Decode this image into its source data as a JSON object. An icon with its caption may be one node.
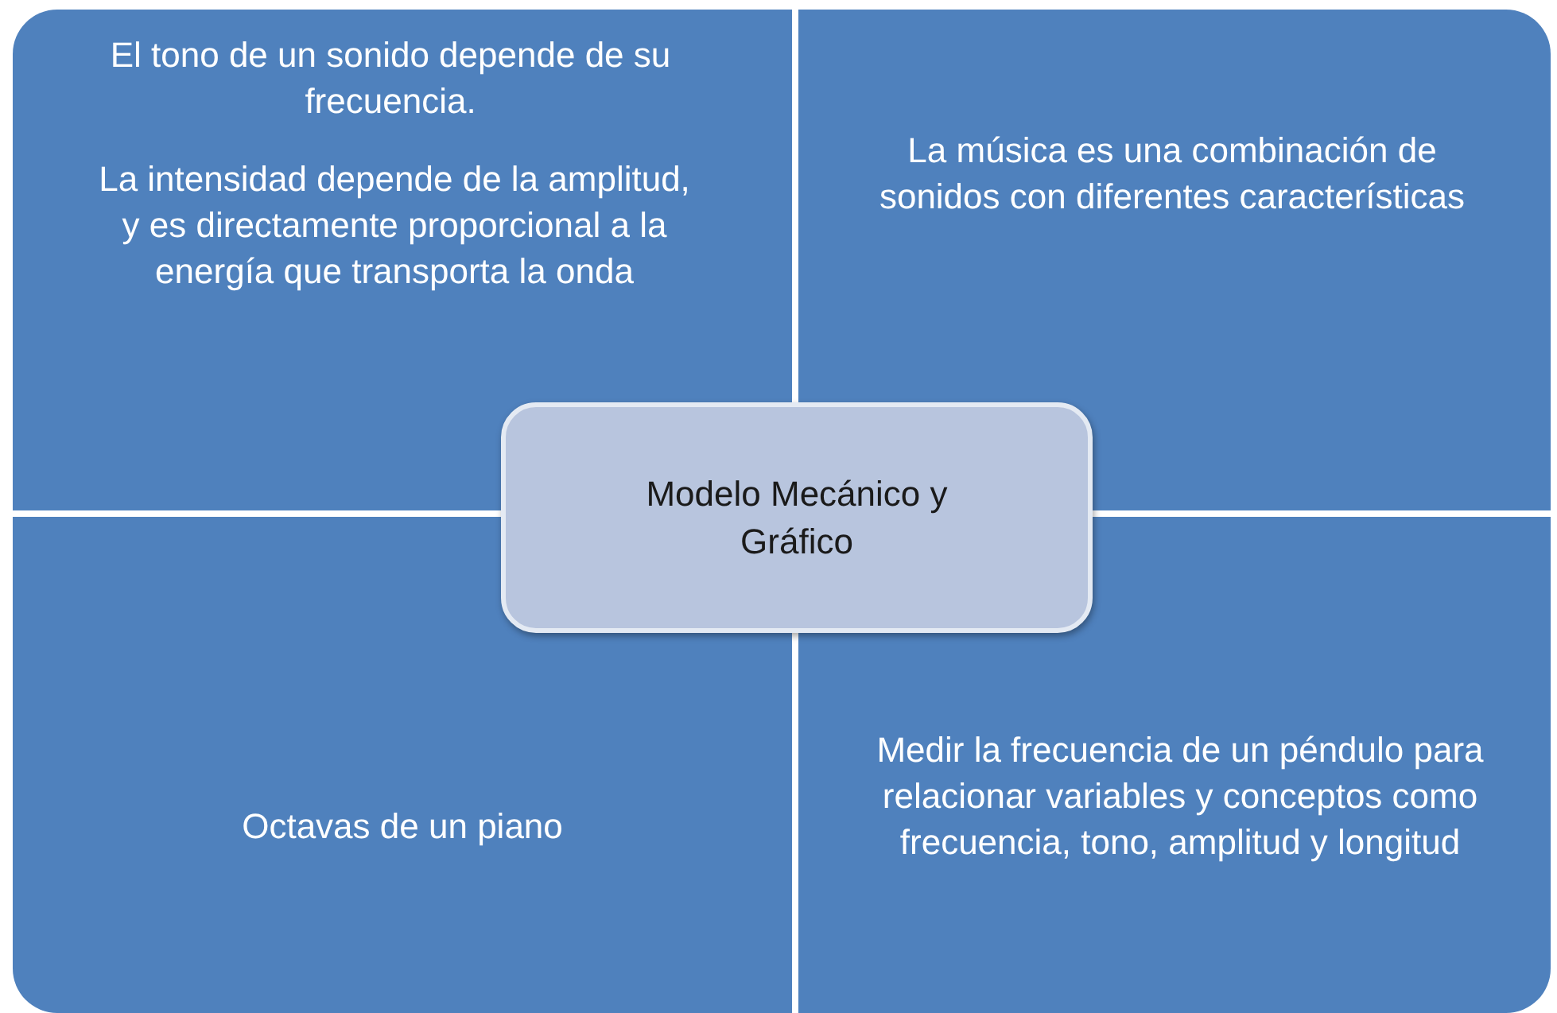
{
  "diagram": {
    "nodes": [
      {
        "text": [
          "El tono de un sonido depende de su frecuencia.",
          "La intensidad depende de la amplitud, y es directamente proporcional a la energía que transporta la onda"
        ]
      },
      {
        "text": [
          "La música es una combinación de sonidos con diferentes características"
        ]
      },
      {
        "text": [
          "Modelo Mecánico y Gráfico"
        ]
      },
      {
        "text": [
          "Octavas de un piano"
        ]
      },
      {
        "text": [
          "Medir la frecuencia de un péndulo para relacionar variables y conceptos como frecuencia, tono, amplitud y longitud"
        ]
      }
    ]
  }
}
